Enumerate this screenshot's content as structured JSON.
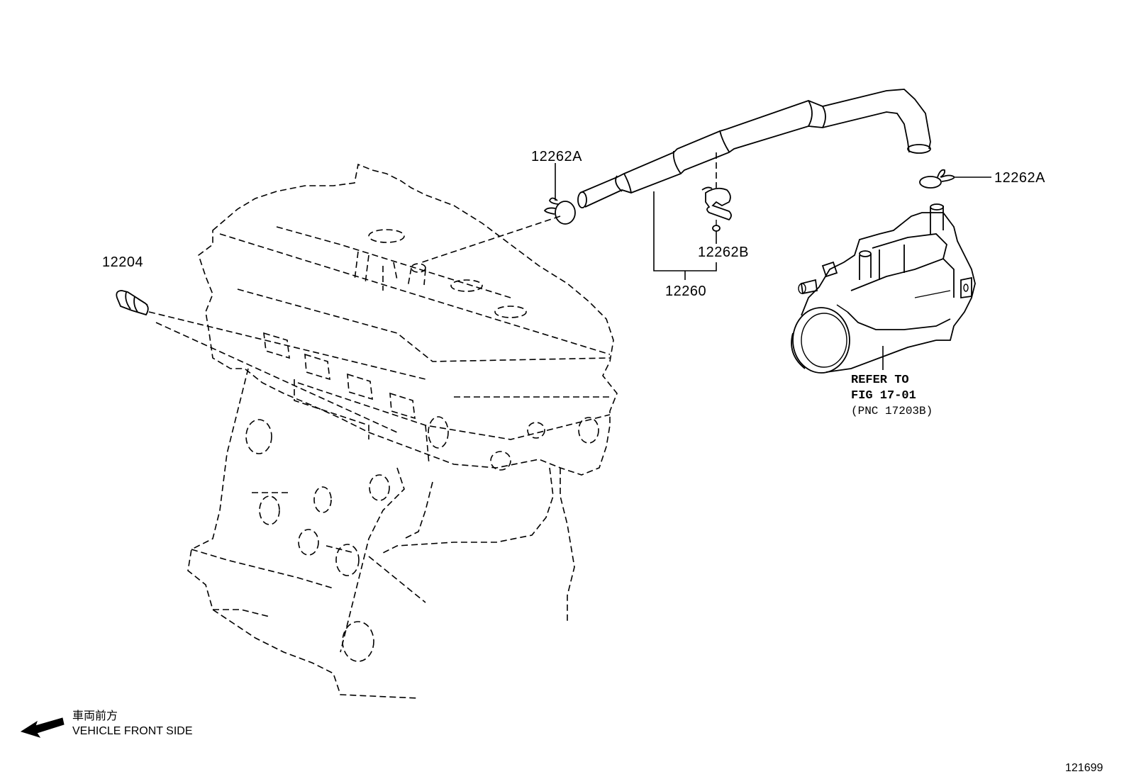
{
  "labels": {
    "part_12262a_left": "12262A",
    "part_12262a_right": "12262A",
    "part_12204": "12204",
    "part_12262b": "12262B",
    "part_12260": "12260"
  },
  "refer_note": {
    "line1": "REFER TO",
    "line2": "FIG 17-01",
    "line3": "(PNC 17203B)"
  },
  "direction": {
    "japanese": "車両前方",
    "english": "VEHICLE FRONT SIDE"
  },
  "figure_id": "121699"
}
